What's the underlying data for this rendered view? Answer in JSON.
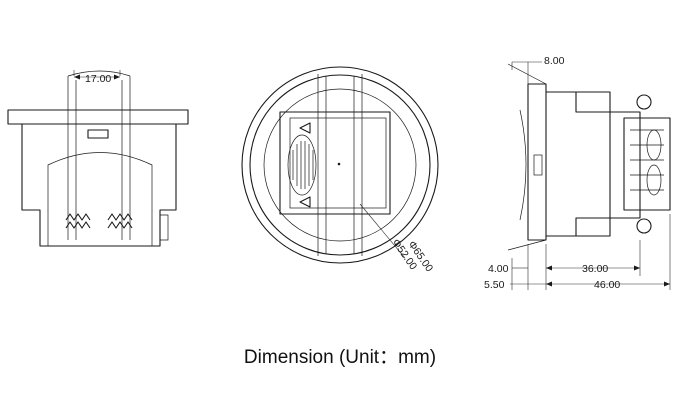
{
  "caption": "Dimension (Unit：mm)",
  "dimensions": {
    "left_width": "17.00",
    "right_top": "8.00",
    "inner_diameter": "Φ52.00",
    "outer_diameter": "Φ65.00",
    "right_offset_a": "4.00",
    "right_offset_b": "5.50",
    "right_body": "36.00",
    "right_total": "46.00"
  },
  "colors": {
    "line": "#1a1a1a",
    "background": "#ffffff"
  }
}
